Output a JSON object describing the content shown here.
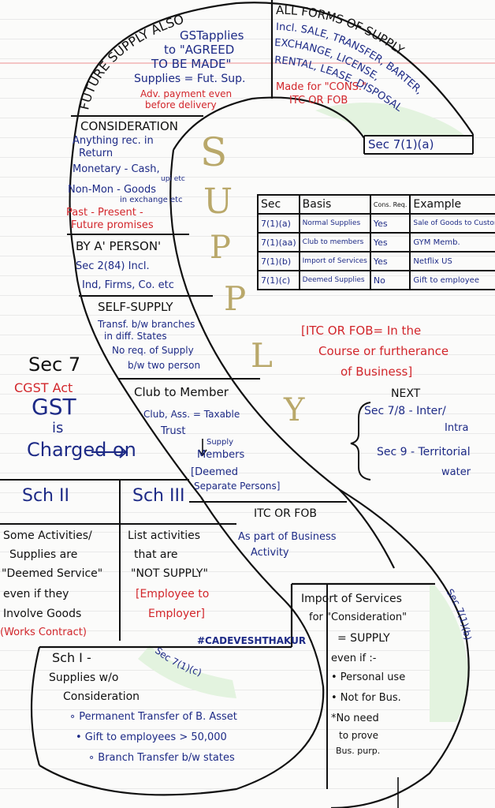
{
  "arc_top_left": {
    "title": "FUTURE SUPPLY ALSO",
    "l1": "GSTapplies",
    "l2": "to \"AGREED",
    "l3": "TO BE MADE\"",
    "l4": "Supplies = Fut. Sup.",
    "l5": "Adv. payment even",
    "l6": "before delivery"
  },
  "arc_top_right": {
    "title": "ALL FORMS OF SUPPLY",
    "l1": "Incl. SALE, TRANSFER, BARTER,",
    "l2": "EXCHANGE, LICENSE,",
    "l3": "RENTAL, LEASE, DISPOSAL",
    "l4": "Made for \"CONS.\"",
    "l5": "ITC OR FOB",
    "label": "Sec 7(1)(a)"
  },
  "consideration": {
    "title": "CONSIDERATION",
    "l1": "Anything rec. in",
    "l2": "Return",
    "l3": "Monetary - Cash,",
    "l3b": "upi etc",
    "l4": "Non-Mon - Goods",
    "l4b": "in exchange etc",
    "l5": "Past - Present -",
    "l6": "Future promises"
  },
  "person": {
    "title": "BY A' PERSON'",
    "l1": "Sec 2(84) Incl.",
    "l2": "Ind, Firms, Co. etc"
  },
  "self_supply": {
    "title": "SELF-SUPPLY",
    "l1": "Transf. b/w branches",
    "l2": "in diff. States",
    "l3": "No req. of Supply",
    "l4": "b/w two person"
  },
  "club": {
    "title": "Club to Member",
    "l1": "Club, Ass. = Taxable",
    "l2": "Trust",
    "l3": "Supply",
    "l4": "Members",
    "l5": "[Deemed",
    "l6": "Separate Persons]"
  },
  "itc": {
    "title": "ITC OR FOB",
    "l1": "As part of Business",
    "l2": "Activity"
  },
  "supply_word": [
    "S",
    "U",
    "P",
    "P",
    "L",
    "Y"
  ],
  "center_left": {
    "sec": "Sec 7",
    "act": "CGST Act",
    "gst": "GST",
    "is": "is",
    "charged": "Charged on"
  },
  "sec_table": {
    "headers": [
      "Sec",
      "Basis",
      "Cons. Req.",
      "Example"
    ],
    "rows": [
      [
        "7(1)(a)",
        "Normal Supplies",
        "Yes",
        "Sale of Goods to Customer"
      ],
      [
        "7(1)(aa)",
        "Club to members",
        "Yes",
        "GYM Memb."
      ],
      [
        "7(1)(b)",
        "Import of Services",
        "Yes",
        "Netflix US"
      ],
      [
        "7(1)(c)",
        "Deemed Supplies",
        "No",
        "Gift to employee"
      ]
    ]
  },
  "itc_note": {
    "l1": "[ITC OR FOB= In the",
    "l2": "Course or furtherance",
    "l3": "of Business]"
  },
  "next": {
    "title": "NEXT",
    "l1": "Sec 7/8 - Inter/",
    "l1b": "Intra",
    "l2": "Sec 9 - Territorial",
    "l2b": "water"
  },
  "sch2": {
    "title": "Sch II",
    "l1": "Some Activities/",
    "l2": "Supplies are",
    "l3": "\"Deemed Service\"",
    "l4": "even if they",
    "l5": "Involve Goods",
    "l6": "(Works Contract)"
  },
  "sch3": {
    "title": "Sch III",
    "l1": "List activities",
    "l2": "that are",
    "l3": "\"NOT SUPPLY\"",
    "l4": "[Employee to",
    "l5": "Employer]"
  },
  "hashtag": "#CADEVESHTHAKUR",
  "import_box": {
    "l1": "Import of Services",
    "l2": "for \"Consideration\"",
    "l3": "= SUPPLY",
    "l4": "even if :-",
    "l5": "• Personal use",
    "l6": "• Not for Bus.",
    "l7": "*No need",
    "l8": "to prove",
    "l9": "Bus. purp."
  },
  "sec_labels": {
    "c": "Sec 7(1)(c)",
    "b": "Sec 7(1)(b)"
  },
  "sch1": {
    "title": "Sch I -",
    "l1": "Supplies w/o",
    "l2": "Consideration",
    "l3": "∘ Permanent Transfer of B. Asset",
    "l4": "• Gift to employees > 50,000",
    "l5": "∘ Branch Transfer b/w states"
  }
}
